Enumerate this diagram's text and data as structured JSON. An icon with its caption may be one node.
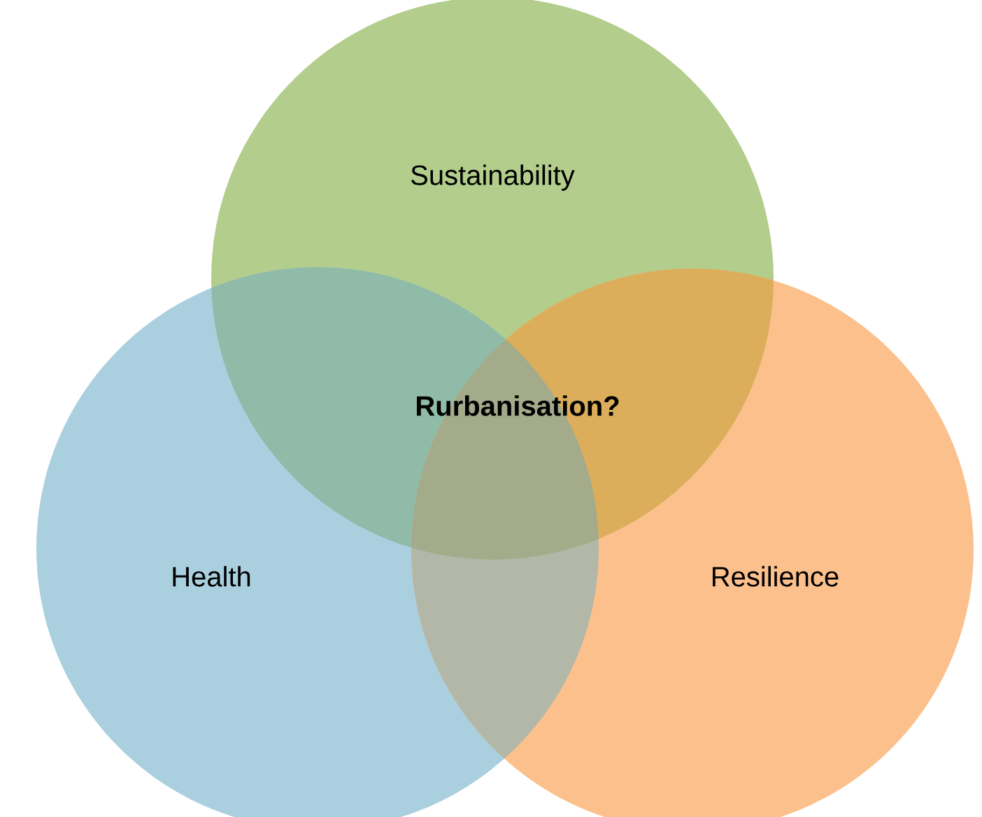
{
  "diagram": {
    "nodes": [
      {
        "text": [
          "Sustainability"
        ]
      },
      {
        "text": [
          "Health"
        ]
      },
      {
        "text": [
          "Resilience"
        ]
      }
    ],
    "labels": [
      "Rurbanisation?"
    ]
  }
}
